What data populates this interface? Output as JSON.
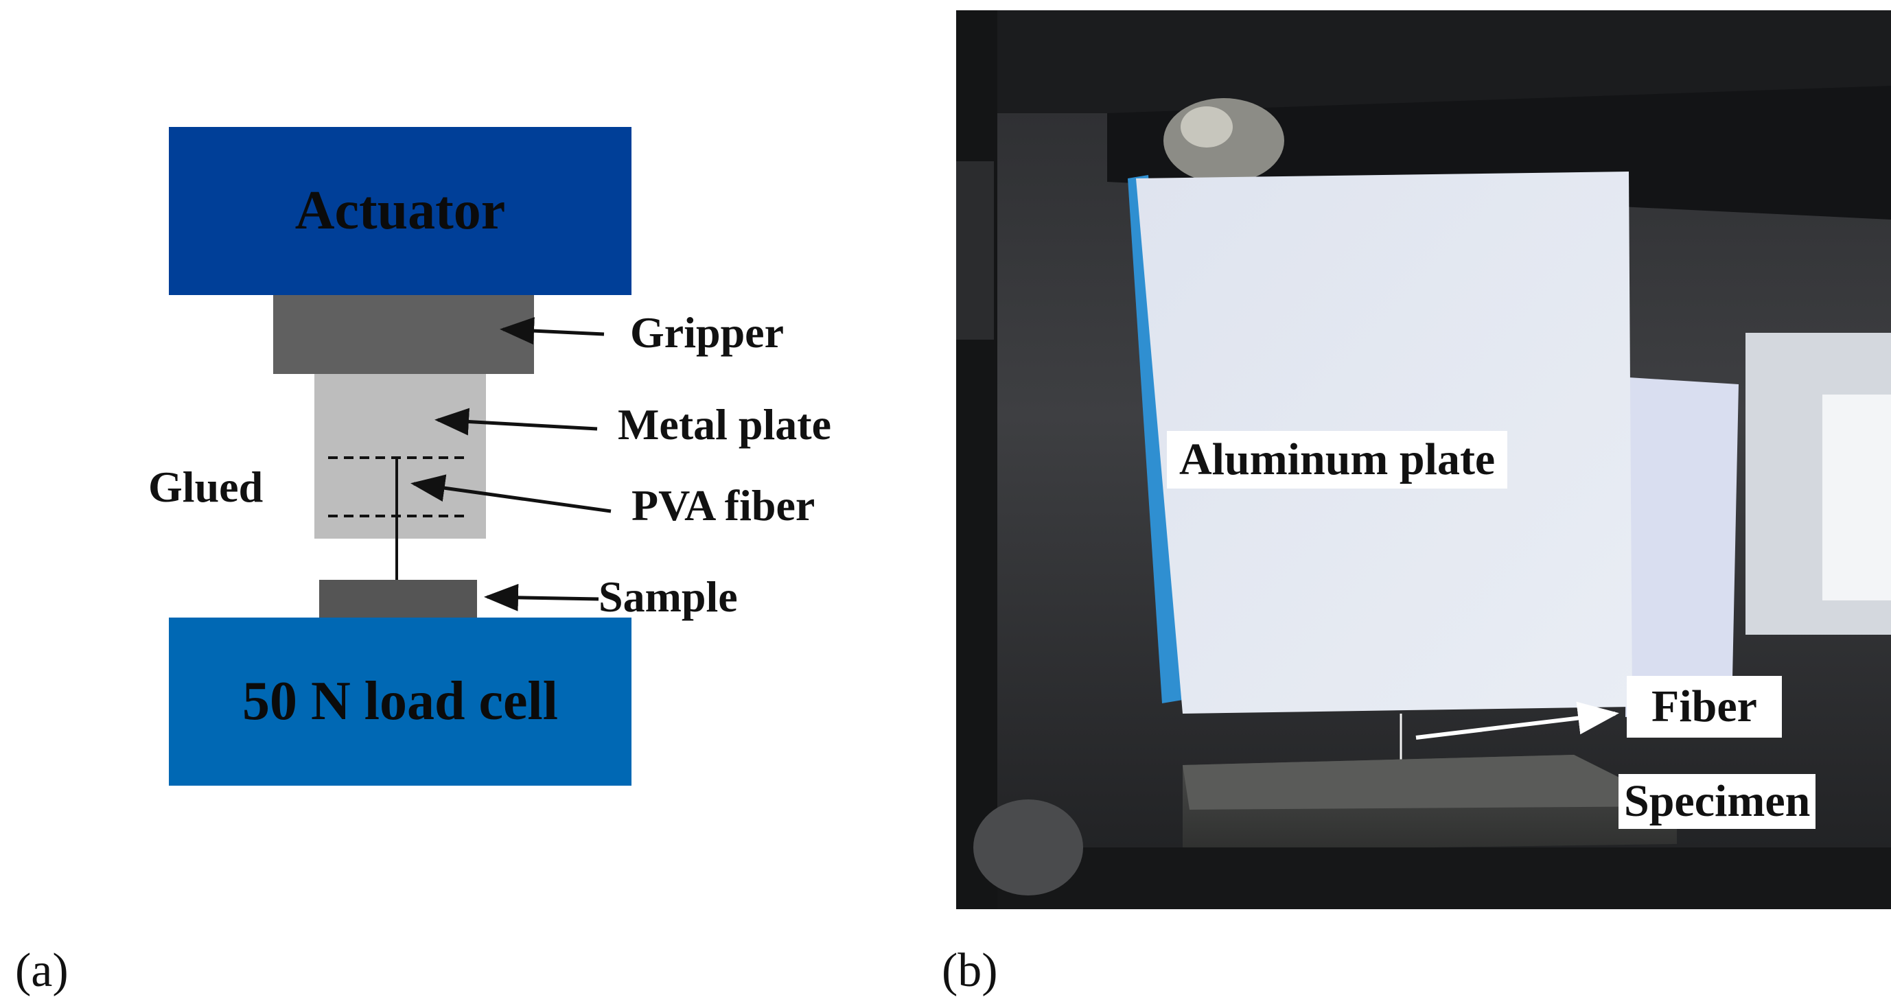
{
  "panel_a": {
    "letter": "(a)",
    "blocks": {
      "actuator": "Actuator",
      "load_cell": "50 N load cell"
    },
    "callouts": {
      "gripper": "Gripper",
      "metal_plate": "Metal plate",
      "pva_fiber": "PVA fiber",
      "sample": "Sample",
      "glued": "Glued"
    },
    "colors": {
      "actuator": "#003F98",
      "load_cell": "#0068B4",
      "gripper": "#606060",
      "metal_plate": "#BDBDBD",
      "sample": "#555555"
    }
  },
  "panel_b": {
    "letter": "(b)",
    "labels": {
      "aluminum_plate": "Aluminum plate",
      "fiber": "Fiber",
      "specimen": "Specimen"
    }
  }
}
